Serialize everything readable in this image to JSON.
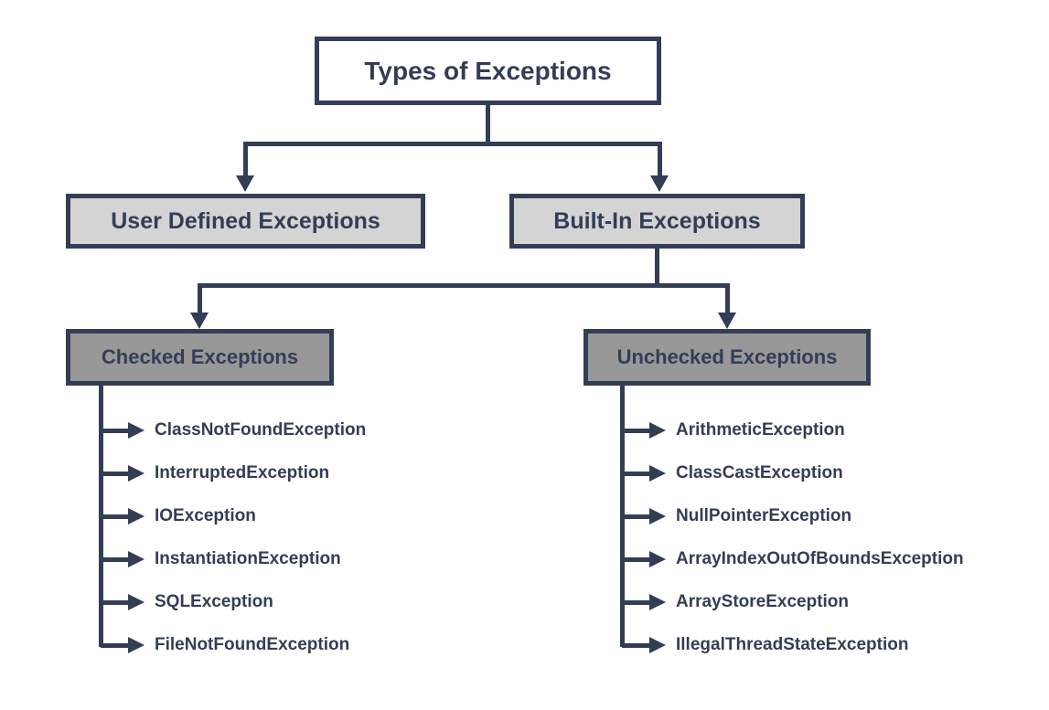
{
  "colors": {
    "line": "#333e55",
    "text": "#333e55",
    "root_fill": "#ffffff",
    "branch_fill": "#d4d4d4",
    "sub_branch_fill": "#989898",
    "background": "#ffffff"
  },
  "tree": {
    "root": {
      "label": "Types of Exceptions"
    },
    "branches": [
      {
        "label": "User Defined Exceptions"
      },
      {
        "label": "Built-In Exceptions"
      }
    ],
    "sub_branches": [
      {
        "label": "Checked Exceptions",
        "children": [
          "ClassNotFoundException",
          "InterruptedException",
          "IOException",
          "InstantiationException",
          "SQLException",
          "FileNotFoundException"
        ]
      },
      {
        "label": "Unchecked Exceptions",
        "children": [
          "ArithmeticException",
          "ClassCastException",
          "NullPointerException",
          "ArrayIndexOutOfBoundsException",
          "ArrayStoreException",
          "IllegalThreadStateException"
        ]
      }
    ]
  }
}
